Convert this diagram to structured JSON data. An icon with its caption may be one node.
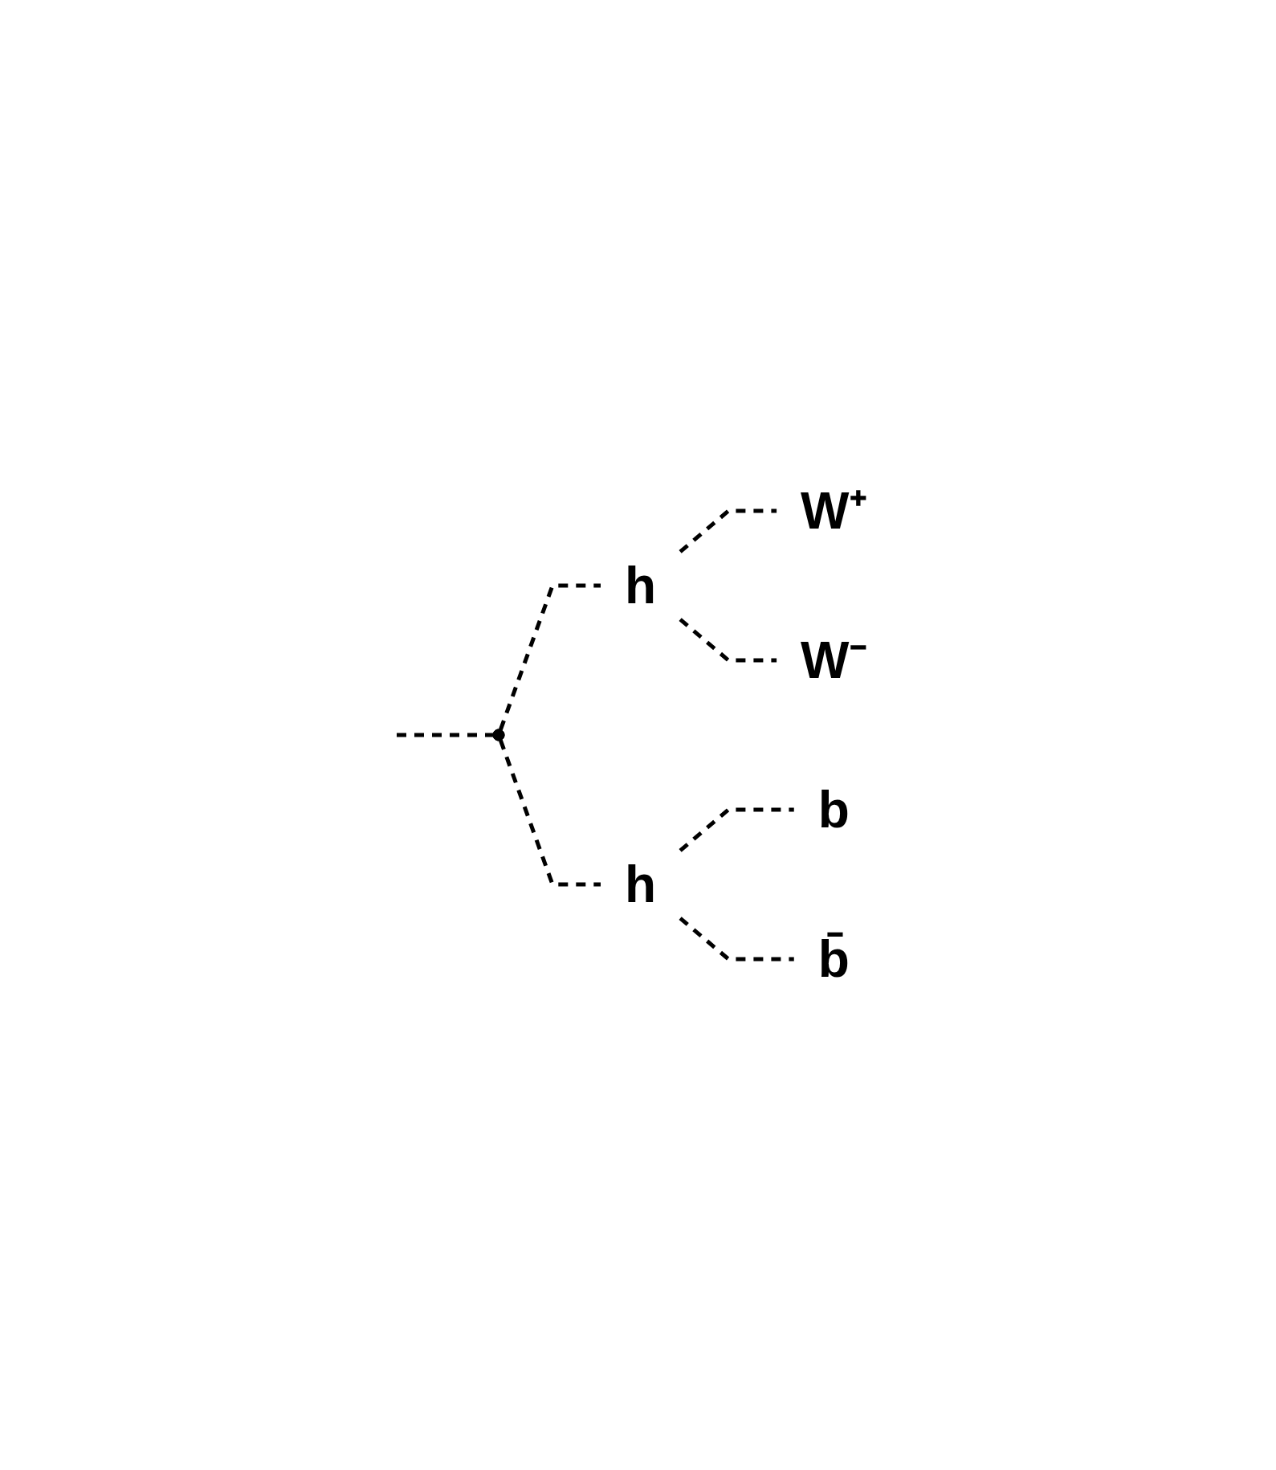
{
  "diagram": {
    "nodes": [
      {
        "text": [],
        "shape": "point"
      },
      {
        "text": [
          "h"
        ]
      },
      {
        "text": [
          "h"
        ]
      },
      {
        "text": [
          "W⁺"
        ]
      },
      {
        "text": [
          "W⁻"
        ]
      },
      {
        "text": [
          "b"
        ]
      },
      {
        "text": [
          "b̄"
        ]
      }
    ],
    "edges": [
      {
        "from": null,
        "to": 0,
        "arrow": "none",
        "style": "dashed"
      },
      {
        "from": 0,
        "to": 1,
        "arrow": "none",
        "style": "dashed"
      },
      {
        "from": 0,
        "to": 2,
        "arrow": "none",
        "style": "dashed"
      },
      {
        "from": 1,
        "to": 3,
        "arrow": "none",
        "style": "dashed"
      },
      {
        "from": 1,
        "to": 4,
        "arrow": "none",
        "style": "dashed"
      },
      {
        "from": 2,
        "to": 5,
        "arrow": "none",
        "style": "dashed"
      },
      {
        "from": 2,
        "to": 6,
        "arrow": "none",
        "style": "dashed"
      }
    ]
  }
}
